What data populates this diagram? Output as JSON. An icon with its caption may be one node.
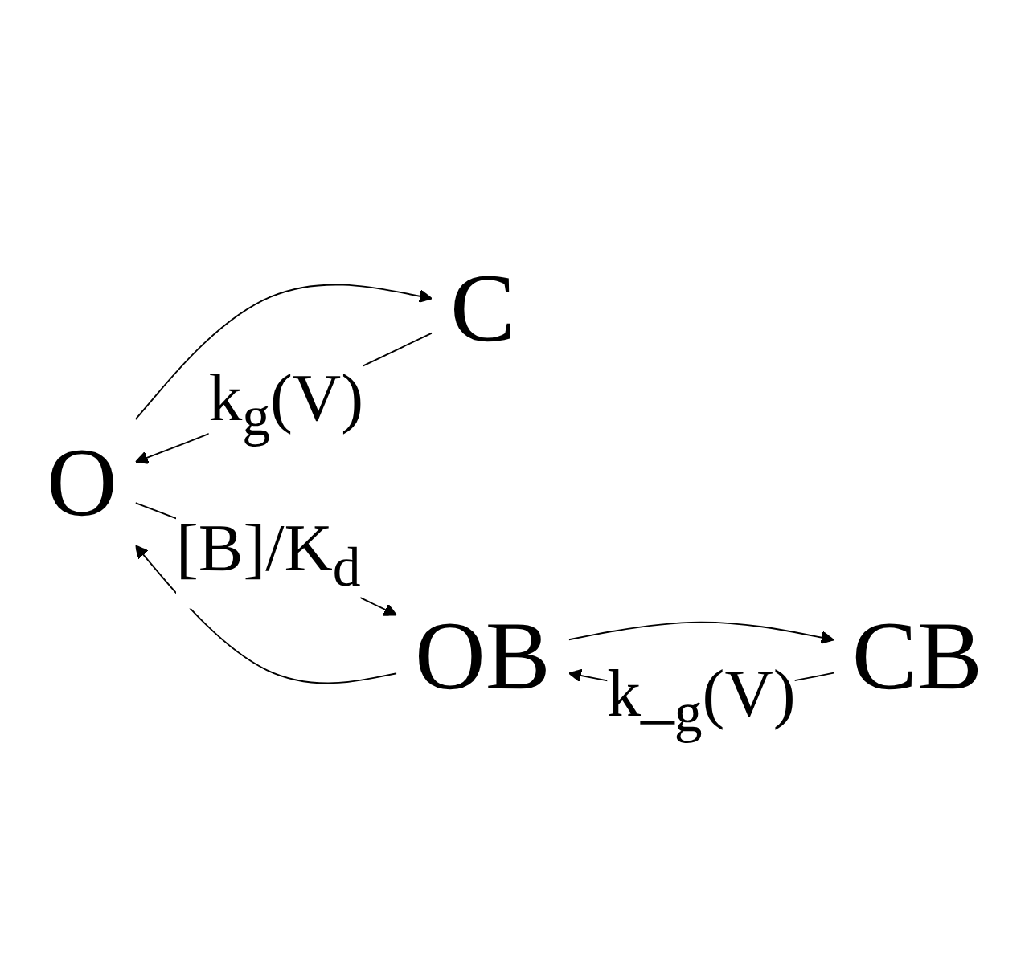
{
  "diagram": {
    "nodes": [
      {
        "text": [
          "O"
        ]
      },
      {
        "text": [
          "C"
        ]
      },
      {
        "text": [
          "OB"
        ]
      },
      {
        "text": [
          "CB"
        ]
      }
    ],
    "edges": [
      {
        "from": 1,
        "to": 0,
        "arrow": "to",
        "label": "k$_{g}$(V)"
      },
      {
        "from": 0,
        "to": 1,
        "arrow": "to"
      },
      {
        "from": 2,
        "to": 0,
        "arrow": "to"
      },
      {
        "from": 0,
        "to": 2,
        "arrow": "to",
        "label": "[B]/K$_{d}$"
      },
      {
        "from": 2,
        "to": 3,
        "arrow": "to"
      },
      {
        "from": 3,
        "to": 2,
        "arrow": "to",
        "label": "k_$_{g}$(V)"
      }
    ]
  }
}
